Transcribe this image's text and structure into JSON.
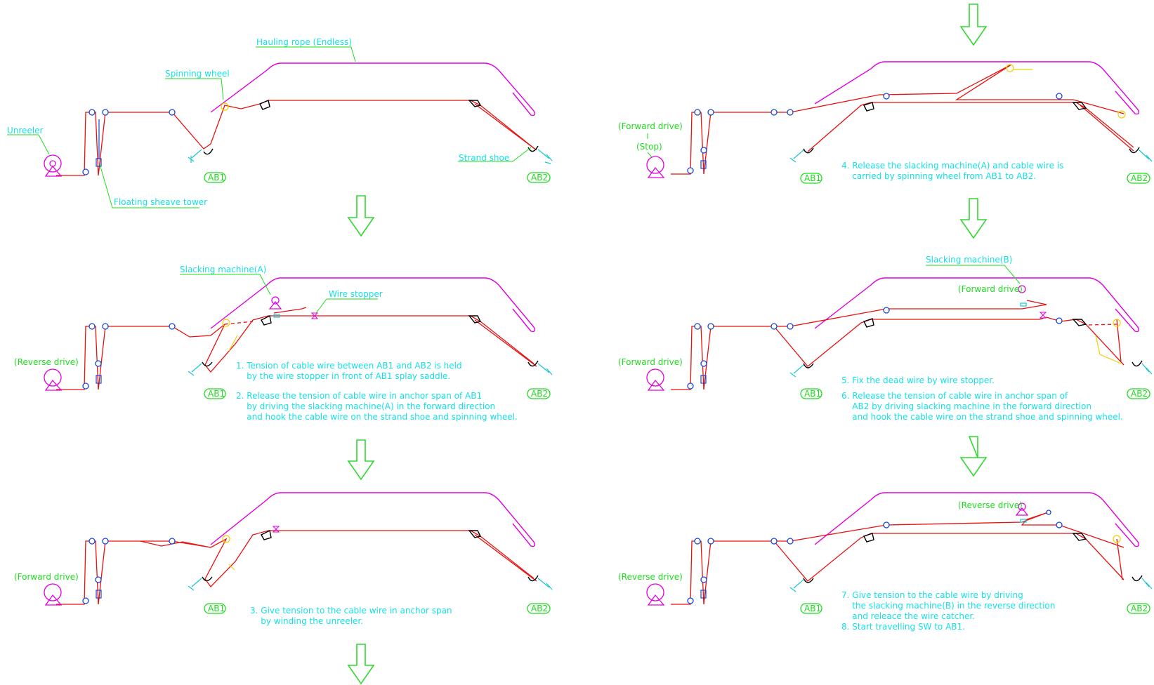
{
  "labels": {
    "hauling_rope": "Hauling rope (Endless)",
    "spinning_wheel": "Spinning wheel",
    "unreeler": "Unreeler",
    "strand_shoe": "Strand shoe",
    "floating_sheave_tower": "Floating sheave tower",
    "slacking_machine_a": "Slacking machine(A)",
    "wire_stopper": "Wire stopper",
    "slacking_machine_b": "Slacking machine(B)",
    "ab1": "AB1",
    "ab2": "AB2"
  },
  "drives": {
    "p2": "(Reverse drive)",
    "p3": "(Forward drive)",
    "p4": "(Forward drive)",
    "p4_stop": "(Stop)",
    "p5_left": "(Forward drive)",
    "p5_top": "(Forward drive)",
    "p6_left": "(Reverse drive)",
    "p6_top": "(Reverse drive)"
  },
  "notes": {
    "p2": [
      "1. Tension of cable wire between AB1 and AB2 is held",
      "    by the wire stopper in front of AB1 splay saddle.",
      "2. Release the tension of cable wire in anchor span of AB1",
      "    by driving the slacking machine(A) in the forward direction",
      "    and hook the cable wire on the strand shoe and spinning wheel."
    ],
    "p3": [
      "3. Give tension to the cable wire in anchor span",
      "    by winding the unreeler."
    ],
    "p4": [
      "4. Release the slacking machine(A) and cable wire is",
      "    carried by spinning wheel from AB1 to AB2."
    ],
    "p5": [
      "5. Fix the dead wire by wire stopper.",
      "6. Release the tension of cable wire in anchor span of",
      "    AB2 by driving slacking machine in the forward direction",
      "    and hook the cable wire on the strand shoe and spinning wheel."
    ],
    "p6": [
      "7. Give tension  to the cable wire by driving",
      "    the slacking machine(B) in the reverse direction",
      "    and releace the wire catcher.",
      "8. Start travelling SW to AB1."
    ]
  },
  "colors": {
    "label_cyan": "#16e0e6",
    "label_green": "#1edc1e",
    "rope_magenta": "#e000e0",
    "wire_red": "#e81010",
    "sheave_blue": "#1646d8",
    "spinning_wheel_yellow": "#f0d000"
  },
  "icons": [
    "unreeler-icon",
    "sheave-icon",
    "strand-shoe-icon",
    "spinning-wheel-icon",
    "wire-stopper-icon",
    "slacking-machine-icon",
    "down-arrow-icon"
  ]
}
